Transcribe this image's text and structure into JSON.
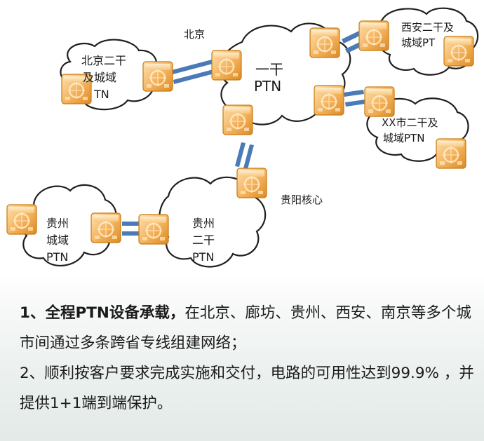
{
  "labels": {
    "beijing": "北京",
    "beijing_cloud_line1": "北京二干",
    "beijing_cloud_line2": "及城域",
    "beijing_cloud_line3": "TN",
    "backbone_line1": "一干",
    "backbone_line2": "PTN",
    "xian_line1": "西安二干及",
    "xian_line2": "城域PT",
    "xx_line1": "XX市二干及",
    "xx_line2": "城域PTN",
    "guiyang_core": "贵阳核心",
    "gz_metro_line1": "贵州",
    "gz_metro_line2": "城域",
    "gz_metro_line3": "PTN",
    "gz_second_line1": "贵州",
    "gz_second_line2": "二干",
    "gz_second_line3": "PTN"
  },
  "caption": {
    "line1_bold": "1、全程PTN设备承载，",
    "line1_rest": "在北京、廊坊、贵州、西安、南京等多个城市间通过多条跨省专线组建网络；",
    "line2": "2、顺利按客户要求完成实施和交付，电路的可用性达到99.9% ，并提供1+1端到端保护。"
  },
  "colors": {
    "device_light": "#fbd9a0",
    "device_mid": "#f2a84a",
    "device_dark": "#d9821c",
    "link": "#4a7ab8",
    "cloud_stroke": "#1f1f1f"
  },
  "icons": {
    "device": "ptn-device-cube-icon"
  }
}
